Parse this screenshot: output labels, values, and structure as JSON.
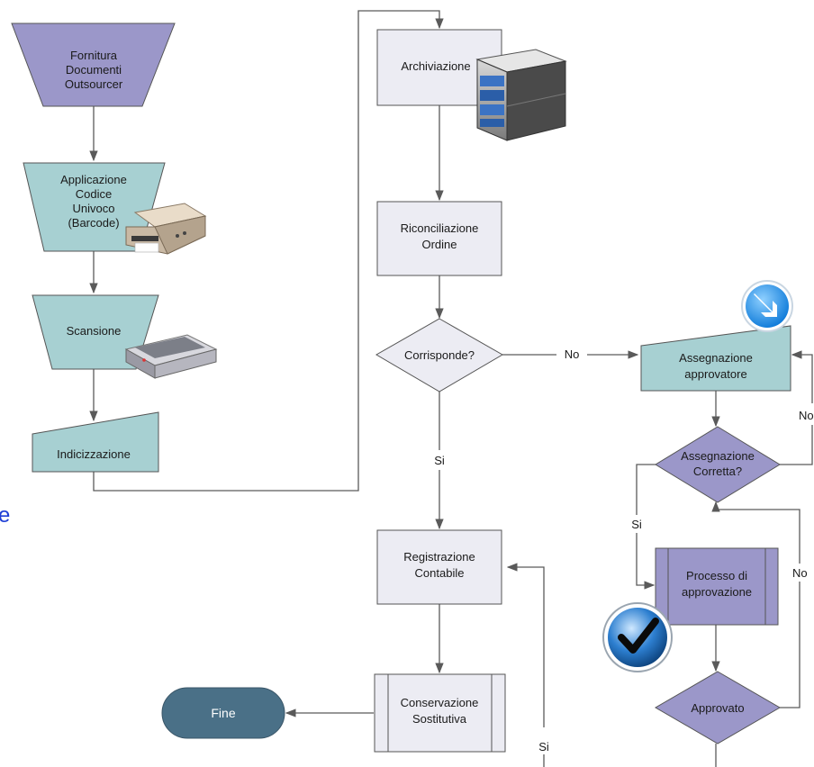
{
  "nodes": {
    "fornitura": [
      "Fornitura",
      "Documenti",
      "Outsourcer"
    ],
    "applicazione": [
      "Applicazione",
      "Codice",
      "Univoco",
      "(Barcode)"
    ],
    "scansione": [
      "Scansione"
    ],
    "indicizzazione": [
      "Indicizzazione"
    ],
    "archiviazione": [
      "Archiviazione"
    ],
    "riconciliazione": [
      "Riconciliazione",
      "Ordine"
    ],
    "corrisponde": [
      "Corrisponde?"
    ],
    "registrazione": [
      "Registrazione",
      "Contabile"
    ],
    "conservazione": [
      "Conservazione",
      "Sostitutiva"
    ],
    "fine": [
      "Fine"
    ],
    "assegnazione_approvatore": [
      "Assegnazione",
      "approvatore"
    ],
    "assegnazione_corretta": [
      "Assegnazione",
      "Corretta?"
    ],
    "processo": [
      "Processo di",
      "approvazione"
    ],
    "approvato": [
      "Approvato"
    ]
  },
  "edge_labels": {
    "corrisponde_no": "No",
    "corrisponde_si": "Si",
    "corretta_si": "Si",
    "corretta_no": "No",
    "approvato_no": "No",
    "approvato_si": "Si"
  },
  "side_fragment": "e",
  "colors": {
    "purple_fill": "#9b97c9",
    "teal_fill": "#a7d0d2",
    "gray_fill": "#ececf3",
    "fine_fill": "#4a7087",
    "outline": "#555555",
    "connector": "#5a5a5a"
  },
  "icons": [
    "printer-icon",
    "scanner-icon",
    "server-icon",
    "info-arrow-icon",
    "checkmark-icon"
  ]
}
